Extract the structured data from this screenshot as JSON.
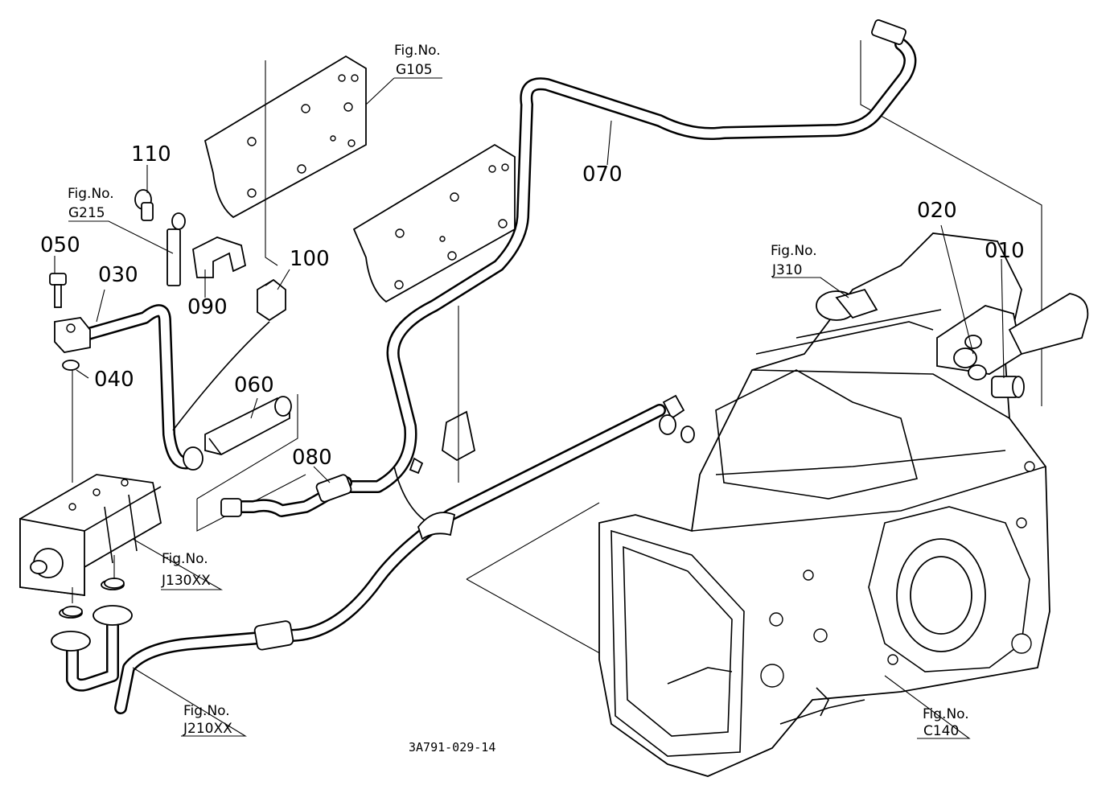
{
  "diagram_code": "3A791-029-14",
  "part_numbers": [
    "010",
    "020",
    "030",
    "040",
    "050",
    "060",
    "070",
    "080",
    "090",
    "100",
    "110"
  ],
  "figure_references": [
    {
      "prefix": "Fig.No.",
      "ref": "G105"
    },
    {
      "prefix": "Fig.No.",
      "ref": "G215"
    },
    {
      "prefix": "Fig.No.",
      "ref": "J310"
    },
    {
      "prefix": "Fig.No.",
      "ref": "J130XX"
    },
    {
      "prefix": "Fig.No.",
      "ref": "J210XX"
    },
    {
      "prefix": "Fig.No.",
      "ref": "C140"
    }
  ]
}
